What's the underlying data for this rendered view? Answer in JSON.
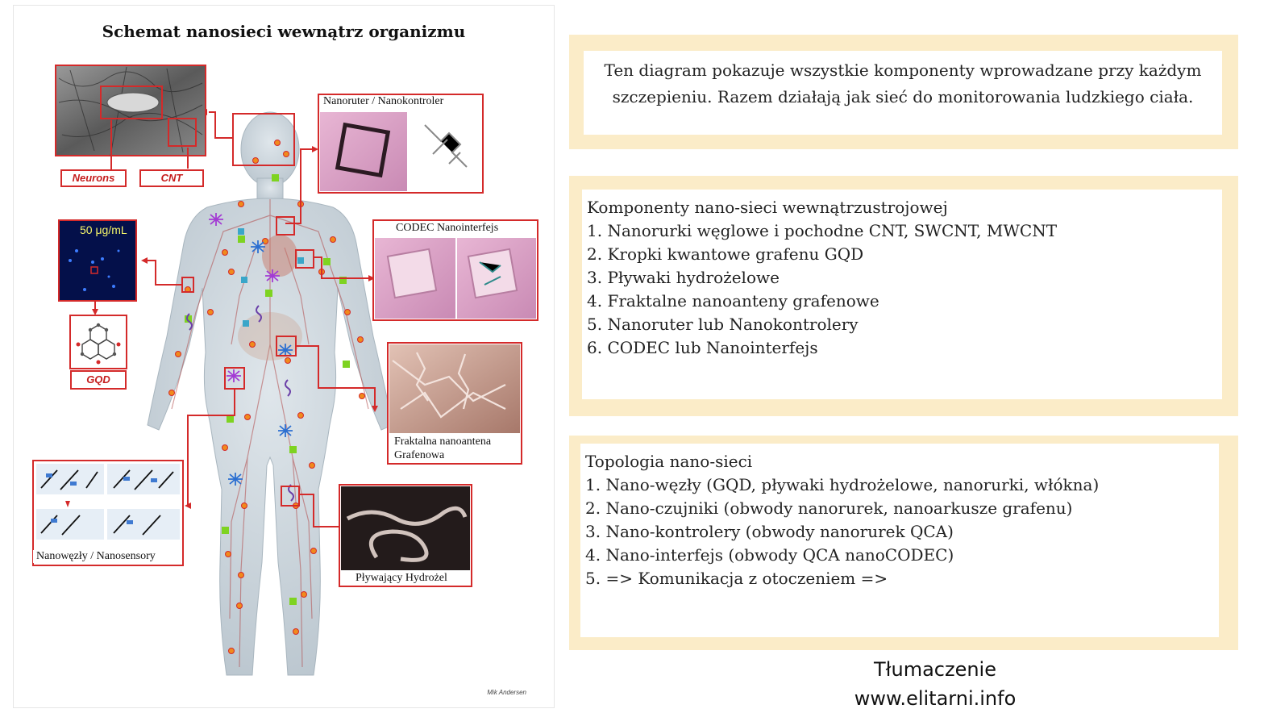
{
  "diagram": {
    "title": "Schemat nanosieci wewnątrz organizmu",
    "labels": {
      "neurons": "Neurons",
      "cnt": "CNT",
      "concentration": "50 μg/mL",
      "gqd": "GQD",
      "nanoruter": "Nanoruter / Nanokontroler",
      "codec": "CODEC Nanointerfejs",
      "fractal": "Fraktalna nanoantena Grafenowa",
      "nanowezly": "Nanowęzły / Nanosensory",
      "hydrozel": "Pływający Hydrożel"
    },
    "credit": "Mik Andersen"
  },
  "panel1": {
    "text": "Ten diagram pokazuje wszystkie komponenty wprowadzane przy każdym szczepieniu. Razem działają jak sieć do monitorowania ludzkiego ciała."
  },
  "panel2": {
    "heading": "Komponenty nano-sieci wewnątrzustrojowej",
    "items": [
      "1. Nanorurki węglowe i pochodne CNT, SWCNT, MWCNT",
      "2. Kropki kwantowe grafenu GQD",
      "3. Pływaki hydrożelowe",
      "4. Fraktalne nanoanteny grafenowe",
      "5. Nanoruter lub Nanokontrolery",
      "6. CODEC lub Nanointerfejs"
    ]
  },
  "panel3": {
    "heading": "Topologia nano-sieci",
    "items": [
      "1. Nano-węzły (GQD, pływaki hydrożelowe, nanorurki, włókna)",
      "2. Nano-czujniki (obwody nanorurek, nanoarkusze grafenu)",
      "3. Nano-kontrolery (obwody nanorurek QCA)",
      "4. Nano-interfejs (obwody QCA nanoCODEC)",
      "5. => Komunikacja z otoczeniem =>"
    ]
  },
  "footer": {
    "line1": "Tłumaczenie",
    "line2": "www.elitarni.info"
  },
  "colors": {
    "panel_border": "#fbecc8",
    "callout_red": "#d42a2a",
    "body_silhouette": "#c9d3da"
  }
}
